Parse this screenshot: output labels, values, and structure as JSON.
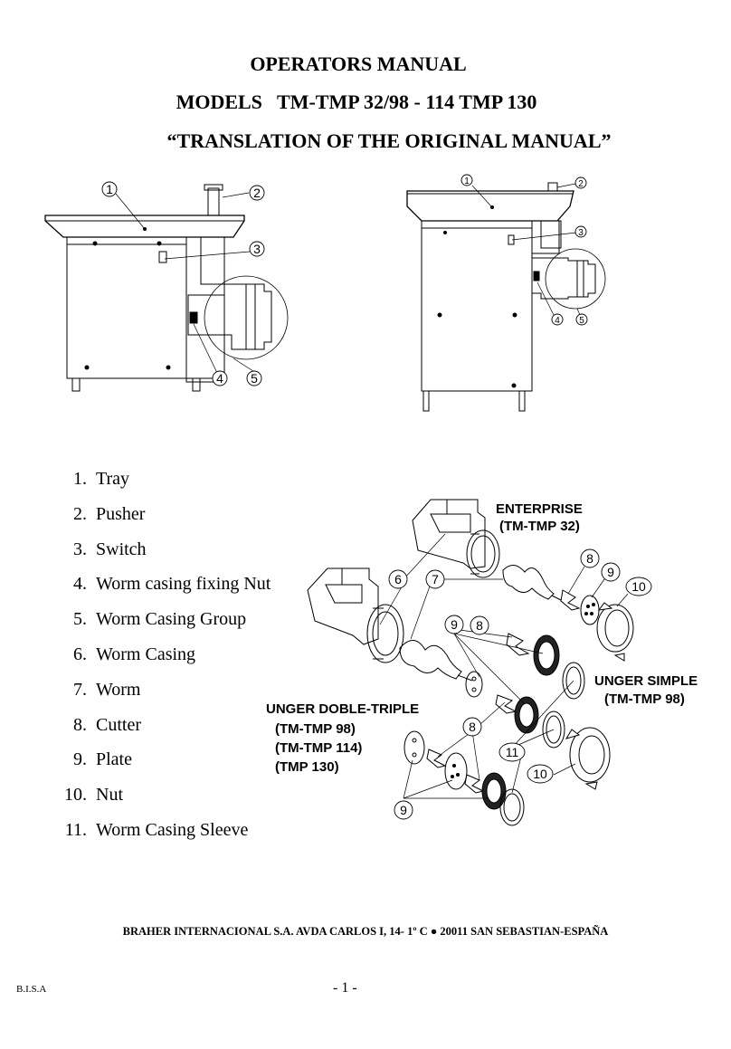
{
  "header": {
    "title": "OPERATORS MANUAL",
    "models": "MODELS   TM-TMP 32/98 - 114 TMP 130",
    "subtitle": "“TRANSLATION OF THE ORIGINAL MANUAL”"
  },
  "parts": [
    {
      "num": "1.",
      "label": "Tray"
    },
    {
      "num": "2.",
      "label": "Pusher"
    },
    {
      "num": "3.",
      "label": "Switch"
    },
    {
      "num": "4.",
      "label": "Worm casing fixing Nut"
    },
    {
      "num": "5.",
      "label": "Worm Casing Group"
    },
    {
      "num": "6.",
      "label": "Worm Casing"
    },
    {
      "num": "7.",
      "label": "Worm"
    },
    {
      "num": "8.",
      "label": "Cutter"
    },
    {
      "num": "9.",
      "label": "Plate"
    },
    {
      "num": "10.",
      "label": "Nut"
    },
    {
      "num": "11.",
      "label": "Worm Casing Sleeve"
    }
  ],
  "callouts": {
    "n1": "1",
    "n2": "2",
    "n3": "3",
    "n4": "4",
    "n5": "5",
    "n6": "6",
    "n7": "7",
    "n8": "8",
    "n9": "9",
    "n10": "10",
    "n11": "11"
  },
  "diagram_labels": {
    "enterprise": "ENTERPRISE",
    "enterprise_model": "(TM-TMP 32)",
    "unger_simple": "UNGER SIMPLE",
    "unger_simple_model": "(TM-TMP 98)",
    "unger_doble": "UNGER DOBLE-TRIPLE",
    "unger_doble_m1": "(TM-TMP 98)",
    "unger_doble_m2": "(TM-TMP 114)",
    "unger_doble_m3": "(TMP 130)"
  },
  "footer": {
    "address": "BRAHER INTERNACIONAL S.A. AVDA CARLOS I, 14- 1º C ● 20011 SAN SEBASTIAN-ESPAÑA",
    "code": "B.I.S.A",
    "page": "- 1 -"
  }
}
